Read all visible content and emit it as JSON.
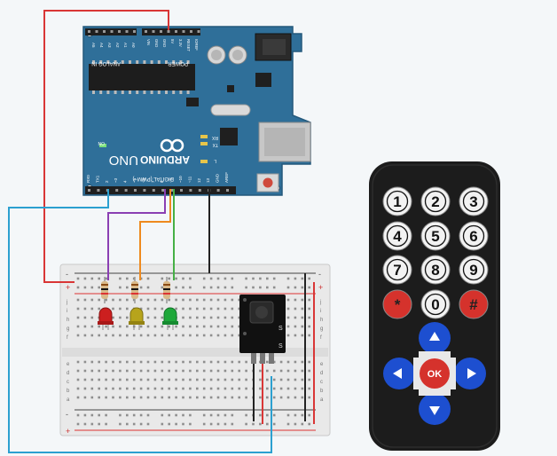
{
  "arduino": {
    "brand": "ARDUINO",
    "model": "UNO",
    "section_analog": "ANALOG IN",
    "section_power": "POWER",
    "section_digital": "DIGITAL (PWM~)",
    "analog_pins": [
      "A5",
      "A4",
      "A3",
      "A2",
      "A1",
      "A0"
    ],
    "power_pins": [
      "VIN",
      "GND",
      "GND",
      "5V",
      "3.3V",
      "RESET",
      "IOREF"
    ],
    "digital_pins": [
      "RX0",
      "TX1",
      "2",
      "~3",
      "4",
      "~5",
      "~6",
      "7",
      "8",
      "~9",
      "~10",
      "~11",
      "12",
      "13",
      "GND",
      "AREF"
    ],
    "led_labels": [
      "ON",
      "L",
      "TX",
      "RX"
    ],
    "color": "#2f6f99"
  },
  "breadboard": {
    "row_letters_top": [
      "j",
      "i",
      "h",
      "g",
      "f"
    ],
    "row_letters_bottom": [
      "e",
      "d",
      "c",
      "b",
      "a"
    ],
    "rail_plus": "+",
    "rail_minus": "-"
  },
  "ir_module": {
    "pin_label": "S"
  },
  "remote": {
    "keys": [
      "1",
      "2",
      "3",
      "4",
      "5",
      "6",
      "7",
      "8",
      "9",
      "*",
      "0",
      "#"
    ],
    "ok_label": "OK",
    "dpad": [
      "up-arrow",
      "down-arrow",
      "left-arrow",
      "right-arrow"
    ],
    "colors": {
      "body": "#1c1c1c",
      "key": "#f2f2f2",
      "red": "#d5322c",
      "blue": "#1d4fd0"
    }
  },
  "leds": [
    {
      "color": "red",
      "hex": "#cc1f1f"
    },
    {
      "color": "yellow",
      "hex": "#b7a41c"
    },
    {
      "color": "green",
      "hex": "#1ea83a"
    }
  ],
  "wire_colors": {
    "red": "#d93636",
    "blue": "#2ba0d0",
    "purple": "#8a3fb3",
    "orange": "#ee8a1f",
    "green": "#46b046",
    "black": "#222222"
  }
}
